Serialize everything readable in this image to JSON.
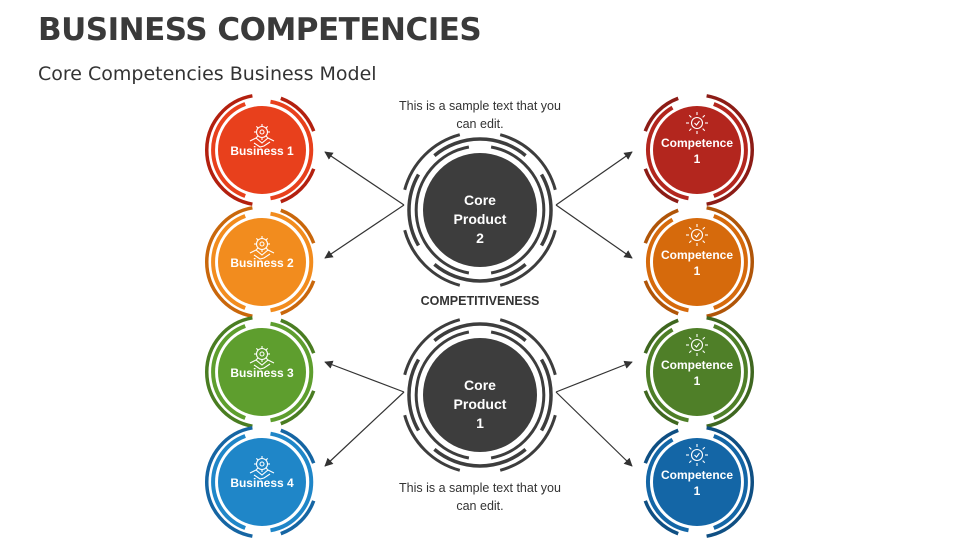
{
  "title": "BUSINESS COMPETENCIES",
  "subtitle": "Core Competencies Business Model",
  "top_note": "This is a sample text that you can edit.",
  "bottom_note": "This is a sample text that you can edit.",
  "center_label": "COMPETITIVENESS",
  "core_top": "Core Product 2",
  "core_bottom": "Core Product 1",
  "businesses": [
    {
      "label": "Business 1",
      "color": "#e8401c",
      "dark": "#b3200f",
      "icon": "handshake-gear-icon"
    },
    {
      "label": "Business 2",
      "color": "#f28c1e",
      "dark": "#c9670b",
      "icon": "handshake-gear-icon"
    },
    {
      "label": "Business 3",
      "color": "#5e9e2e",
      "dark": "#4a7d22",
      "icon": "handshake-gear-icon"
    },
    {
      "label": "Business 4",
      "color": "#1f86c8",
      "dark": "#1565a3",
      "icon": "handshake-gear-icon"
    }
  ],
  "competences": [
    {
      "label": "Competence 1",
      "color": "#b3261e",
      "dark": "#8c1c16",
      "icon": "award-badge-icon"
    },
    {
      "label": "Competence 1",
      "color": "#d66a0c",
      "dark": "#b05508",
      "icon": "award-badge-icon"
    },
    {
      "label": "Competence 1",
      "color": "#4f7f28",
      "dark": "#3f6720",
      "icon": "award-badge-icon"
    },
    {
      "label": "Competence 1",
      "color": "#1466a6",
      "dark": "#0f4f83",
      "icon": "award-badge-icon"
    }
  ],
  "core_color": "#3d3d3d"
}
